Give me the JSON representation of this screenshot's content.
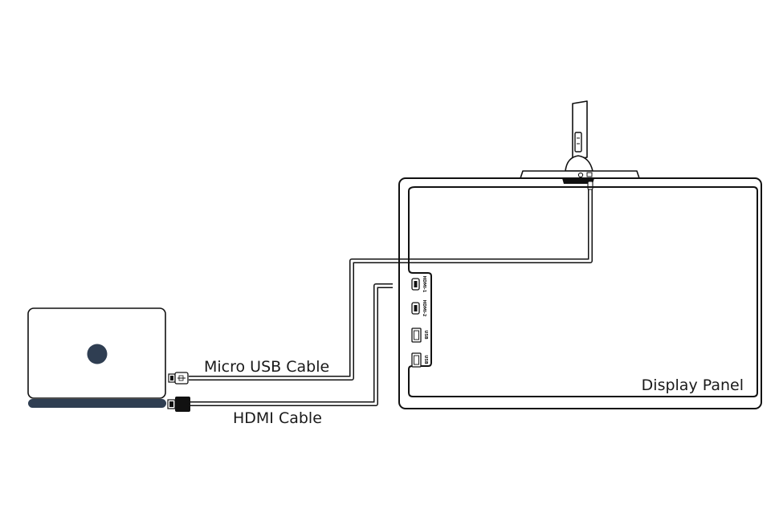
{
  "labels": {
    "micro_usb_cable": "Micro USB Cable",
    "hdmi_cable": "HDMI Cable",
    "display_panel": "Display Panel"
  },
  "ports": [
    {
      "label": "HDMI-1"
    },
    {
      "label": "HDMI-2"
    },
    {
      "label": "USB"
    },
    {
      "label": "USB"
    }
  ],
  "colors": {
    "laptop_accent": "#2f3e52",
    "line": "#111111",
    "background": "#ffffff"
  },
  "icons": {
    "laptop": "laptop-icon",
    "display": "display-panel-icon",
    "stand": "stand-icon"
  }
}
